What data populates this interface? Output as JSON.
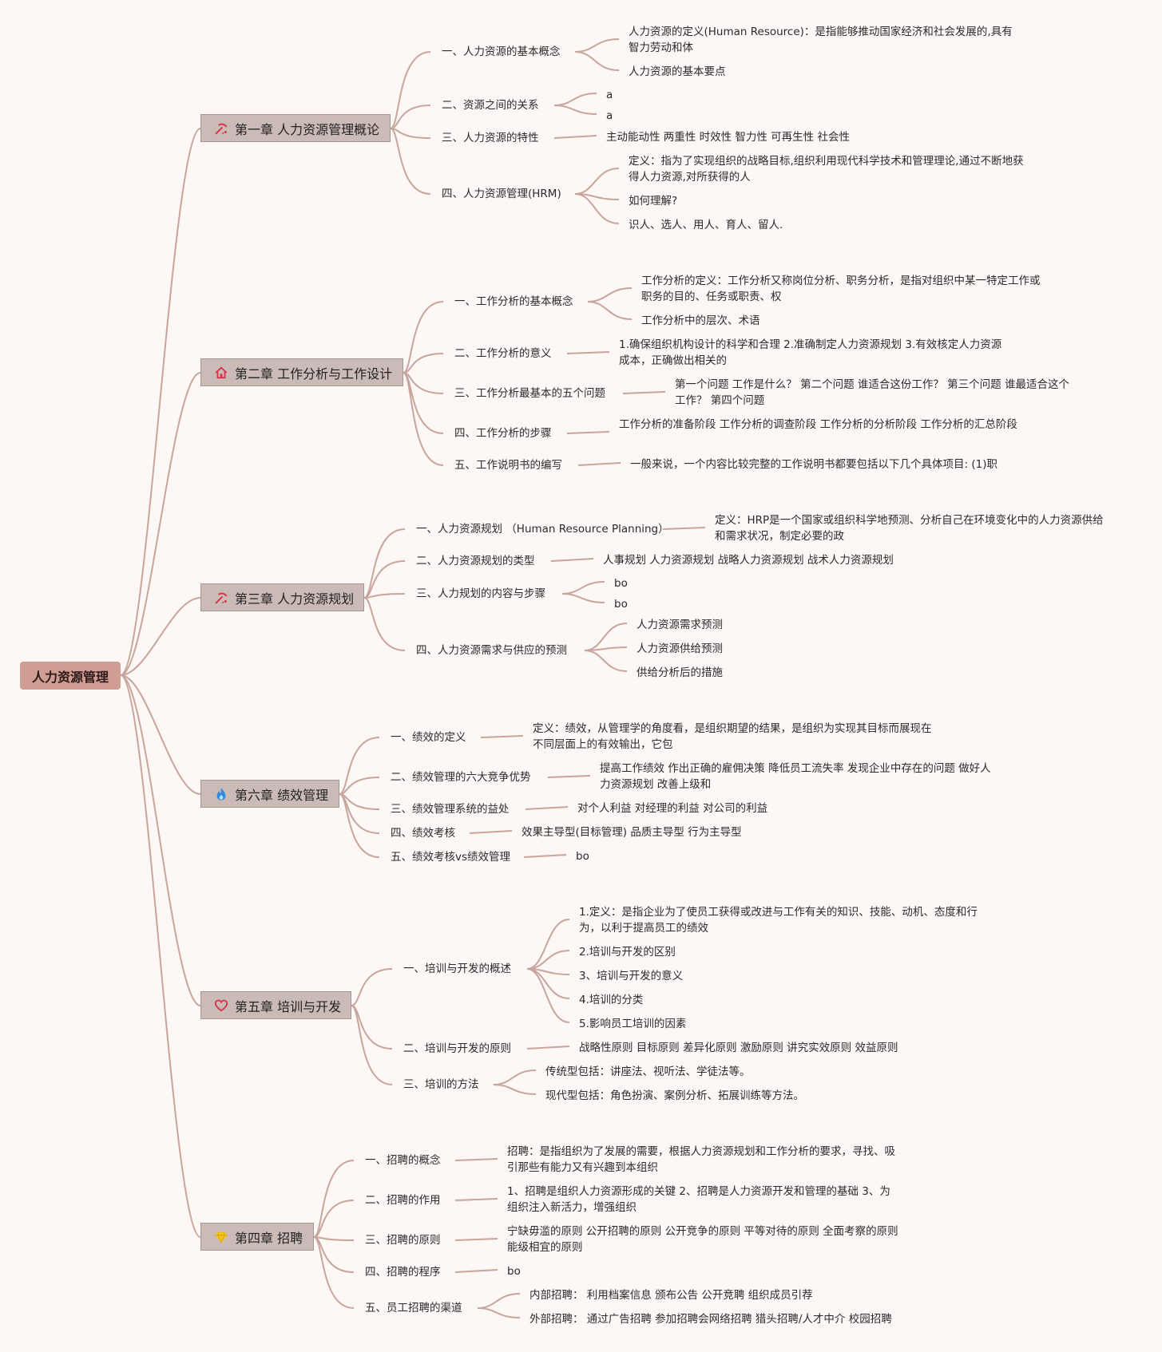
{
  "root": {
    "label": "人力资源管理"
  },
  "chapters": [
    {
      "label": "第一章 人力资源管理概论",
      "icon": "pickaxe-icon"
    },
    {
      "label": "第二章 工作分析与工作设计",
      "icon": "home-icon"
    },
    {
      "label": "第三章 人力资源规划",
      "icon": "pickaxe-icon"
    },
    {
      "label": "第六章 绩效管理",
      "icon": "flame-icon"
    },
    {
      "label": "第五章 培训与开发",
      "icon": "heart-icon"
    },
    {
      "label": "第四章 招聘",
      "icon": "diamond-icon"
    }
  ],
  "topics": [
    "一、人力资源的基本概念",
    "二、资源之间的关系",
    "三、人力资源的特性",
    "四、人力资源管理(HRM)",
    "一、工作分析的基本概念",
    "二、工作分析的意义",
    "三、工作分析最基本的五个问题",
    "四、工作分析的步骤",
    "五、工作说明书的编写",
    "一、人力资源规划 （Human Resource Planning）",
    "二、人力资源规划的类型",
    "三、人力规划的内容与步骤",
    "四、人力资源需求与供应的预测",
    "一、绩效的定义",
    "二、绩效管理的六大竞争优势",
    "三、绩效管理系统的益处",
    "四、绩效考核",
    "五、绩效考核vs绩效管理",
    "一、培训与开发的概述",
    "二、培训与开发的原则",
    "三、培训的方法",
    "一、招聘的概念",
    "二、招聘的作用",
    "三、招聘的原则",
    "四、招聘的程序",
    "五、员工招聘的渠道"
  ],
  "details": [
    "人力资源的定义(Human Resource)：是指能够推动国家经济和社会发展的,具有智力劳动和体",
    "人力资源的基本要点",
    "a",
    "a",
    "主动能动性 两重性 时效性 智力性 可再生性 社会性",
    "定义：指为了实现组织的战略目标,组织利用现代科学技术和管理理论,通过不断地获得人力资源,对所获得的人",
    "如何理解?",
    "识人、选人、用人、育人、留人.",
    "工作分析的定义：工作分析又称岗位分析、职务分析，是指对组织中某一特定工作或职务的目的、任务或职责、权",
    "工作分析中的层次、术语",
    "1.确保组织机构设计的科学和合理 2.准确制定人力资源规划 3.有效核定人力资源成本，正确做出相关的",
    "第一个问题 工作是什么？ 第二个问题 谁适合这份工作？ 第三个问题 谁最适合这个工作？ 第四个问题",
    "工作分析的准备阶段 工作分析的调查阶段 工作分析的分析阶段 工作分析的汇总阶段",
    "一般来说，一个内容比较完整的工作说明书都要包括以下几个具体项目: (1)职",
    "定义：HRP是一个国家或组织科学地预测、分析自己在环境变化中的人力资源供给和需求状况，制定必要的政",
    "人事规划 人力资源规划 战略人力资源规划 战术人力资源规划",
    "bo",
    "bo",
    "人力资源需求预测",
    "人力资源供给预测",
    "供给分析后的措施",
    "定义：绩效，从管理学的角度看，是组织期望的结果，是组织为实现其目标而展现在不同层面上的有效输出，它包",
    "提高工作绩效 作出正确的雇佣决策 降低员工流失率 发现企业中存在的问题 做好人力资源规划 改善上级和",
    "对个人利益 对经理的利益 对公司的利益",
    "效果主导型(目标管理) 品质主导型 行为主导型",
    "bo",
    "1.定义：是指企业为了使员工获得或改进与工作有关的知识、技能、动机、态度和行为，以利于提高员工的绩效",
    "2.培训与开发的区别",
    "3、培训与开发的意义",
    "4.培训的分类",
    "5.影响员工培训的因素",
    "战略性原则 目标原则 差异化原则 激励原则 讲究实效原则 效益原则",
    "传统型包括：讲座法、视听法、学徒法等。",
    "现代型包括：角色扮演、案例分析、拓展训练等方法。",
    "招聘：是指组织为了发展的需要，根据人力资源规划和工作分析的要求，寻找、吸引那些有能力又有兴趣到本组织",
    "1、招聘是组织人力资源形成的关键 2、招聘是人力资源开发和管理的基础 3、为组织注入新活力，增强组织",
    "宁缺毋滥的原则 公开招聘的原则 公开竞争的原则 平等对待的原则 全面考察的原则 能级相宜的原则",
    "bo",
    "内部招聘： 利用档案信息 颁布公告 公开竞聘 组织成员引荐",
    "外部招聘： 通过广告招聘 参加招聘会网络招聘 猎头招聘/人才中介 校园招聘"
  ],
  "colors": {
    "background": "#fdf8f6",
    "root_fill": "#cf9d94",
    "chapter_fill": "#cbbbb7",
    "chapter_border": "#a49791",
    "link": "#c8a59c",
    "icon_red": "#d9304a",
    "icon_blue": "#2f8be0",
    "icon_yellow": "#f2c51c"
  }
}
